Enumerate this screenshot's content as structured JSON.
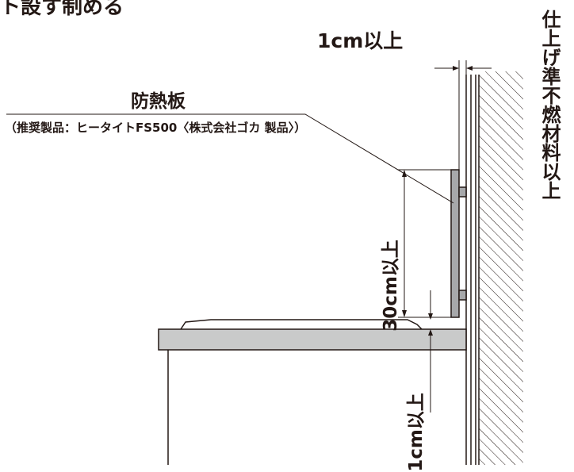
{
  "top_title": "ト設す制める",
  "gap_top_label": "1cm以上",
  "panel_name": "防熱板",
  "panel_note": "（推奨製品：ヒータイトFS500〈株式会社ゴカ 製品〉）",
  "height_label": "30cm以上",
  "gap_bottom_label": "1cm以上",
  "side_note": "仕上げ準不燃材料以上",
  "colors": {
    "line": "#231815",
    "panel_fill": "#a7a8aa",
    "counter_fill": "#c9caca",
    "hatch": "#231815"
  }
}
